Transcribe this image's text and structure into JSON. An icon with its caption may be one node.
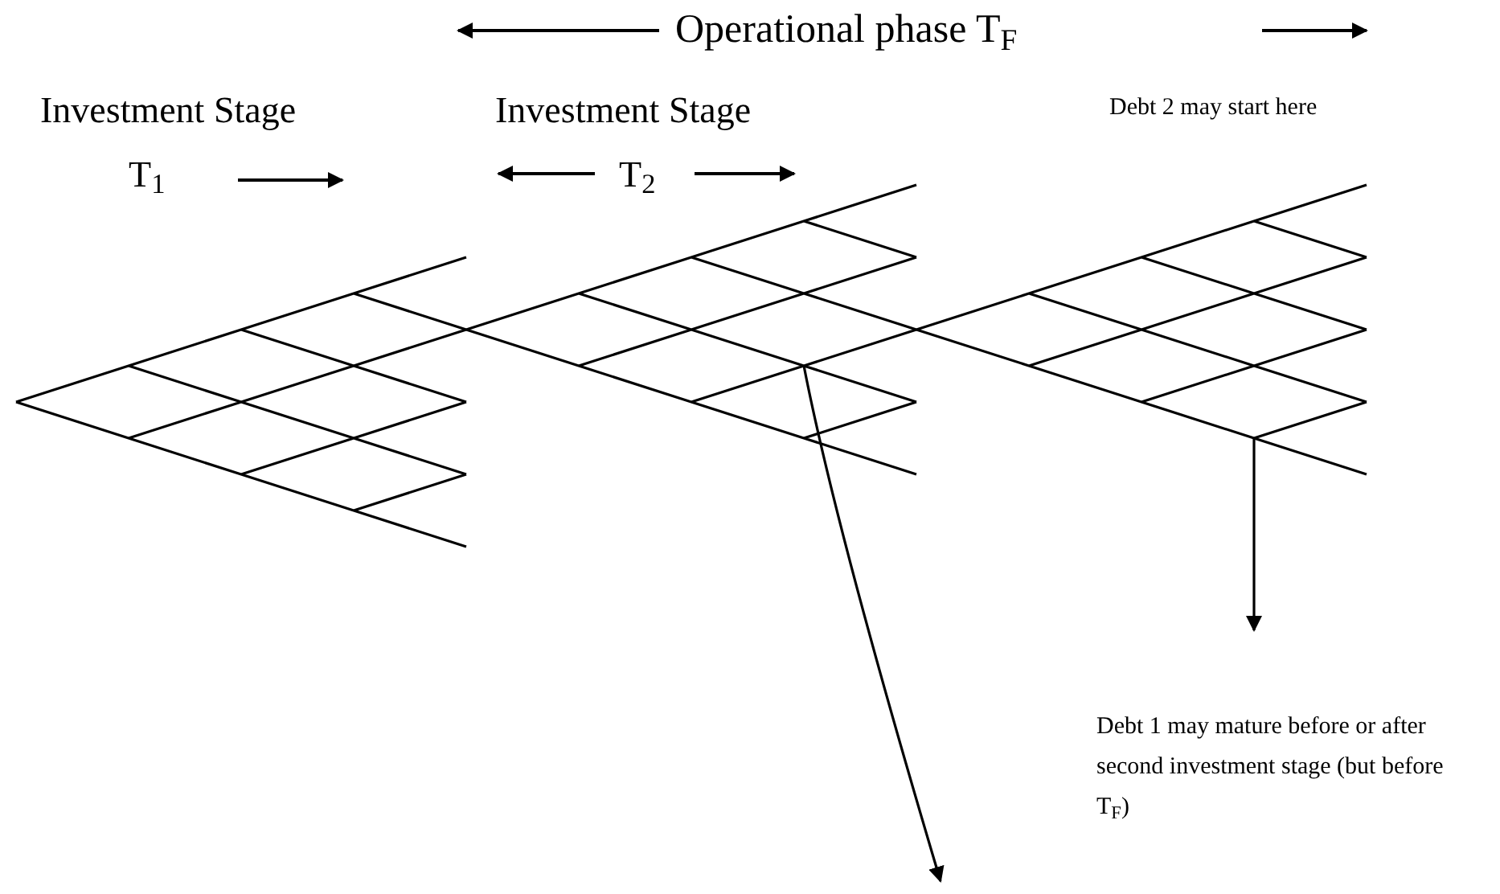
{
  "diagram": {
    "nodes": [
      {
        "text": [],
        "shape": "picture"
      },
      {
        "text": [],
        "shape": "picture"
      },
      {
        "text": [],
        "shape": "picture"
      }
    ],
    "edges": [
      {
        "from": 1,
        "to": null,
        "arrow": "to"
      },
      {
        "from": 2,
        "to": null,
        "arrow": "to"
      }
    ],
    "labels": [
      "Operational phase T$_{F}$",
      "Investment Stage",
      "T$_{1}$",
      "Investment Stage",
      "T$_{2}$",
      "Debt 2 may start here",
      "Debt 1 may mature before or after second investment stage (but before T$_{F}$)"
    ]
  }
}
